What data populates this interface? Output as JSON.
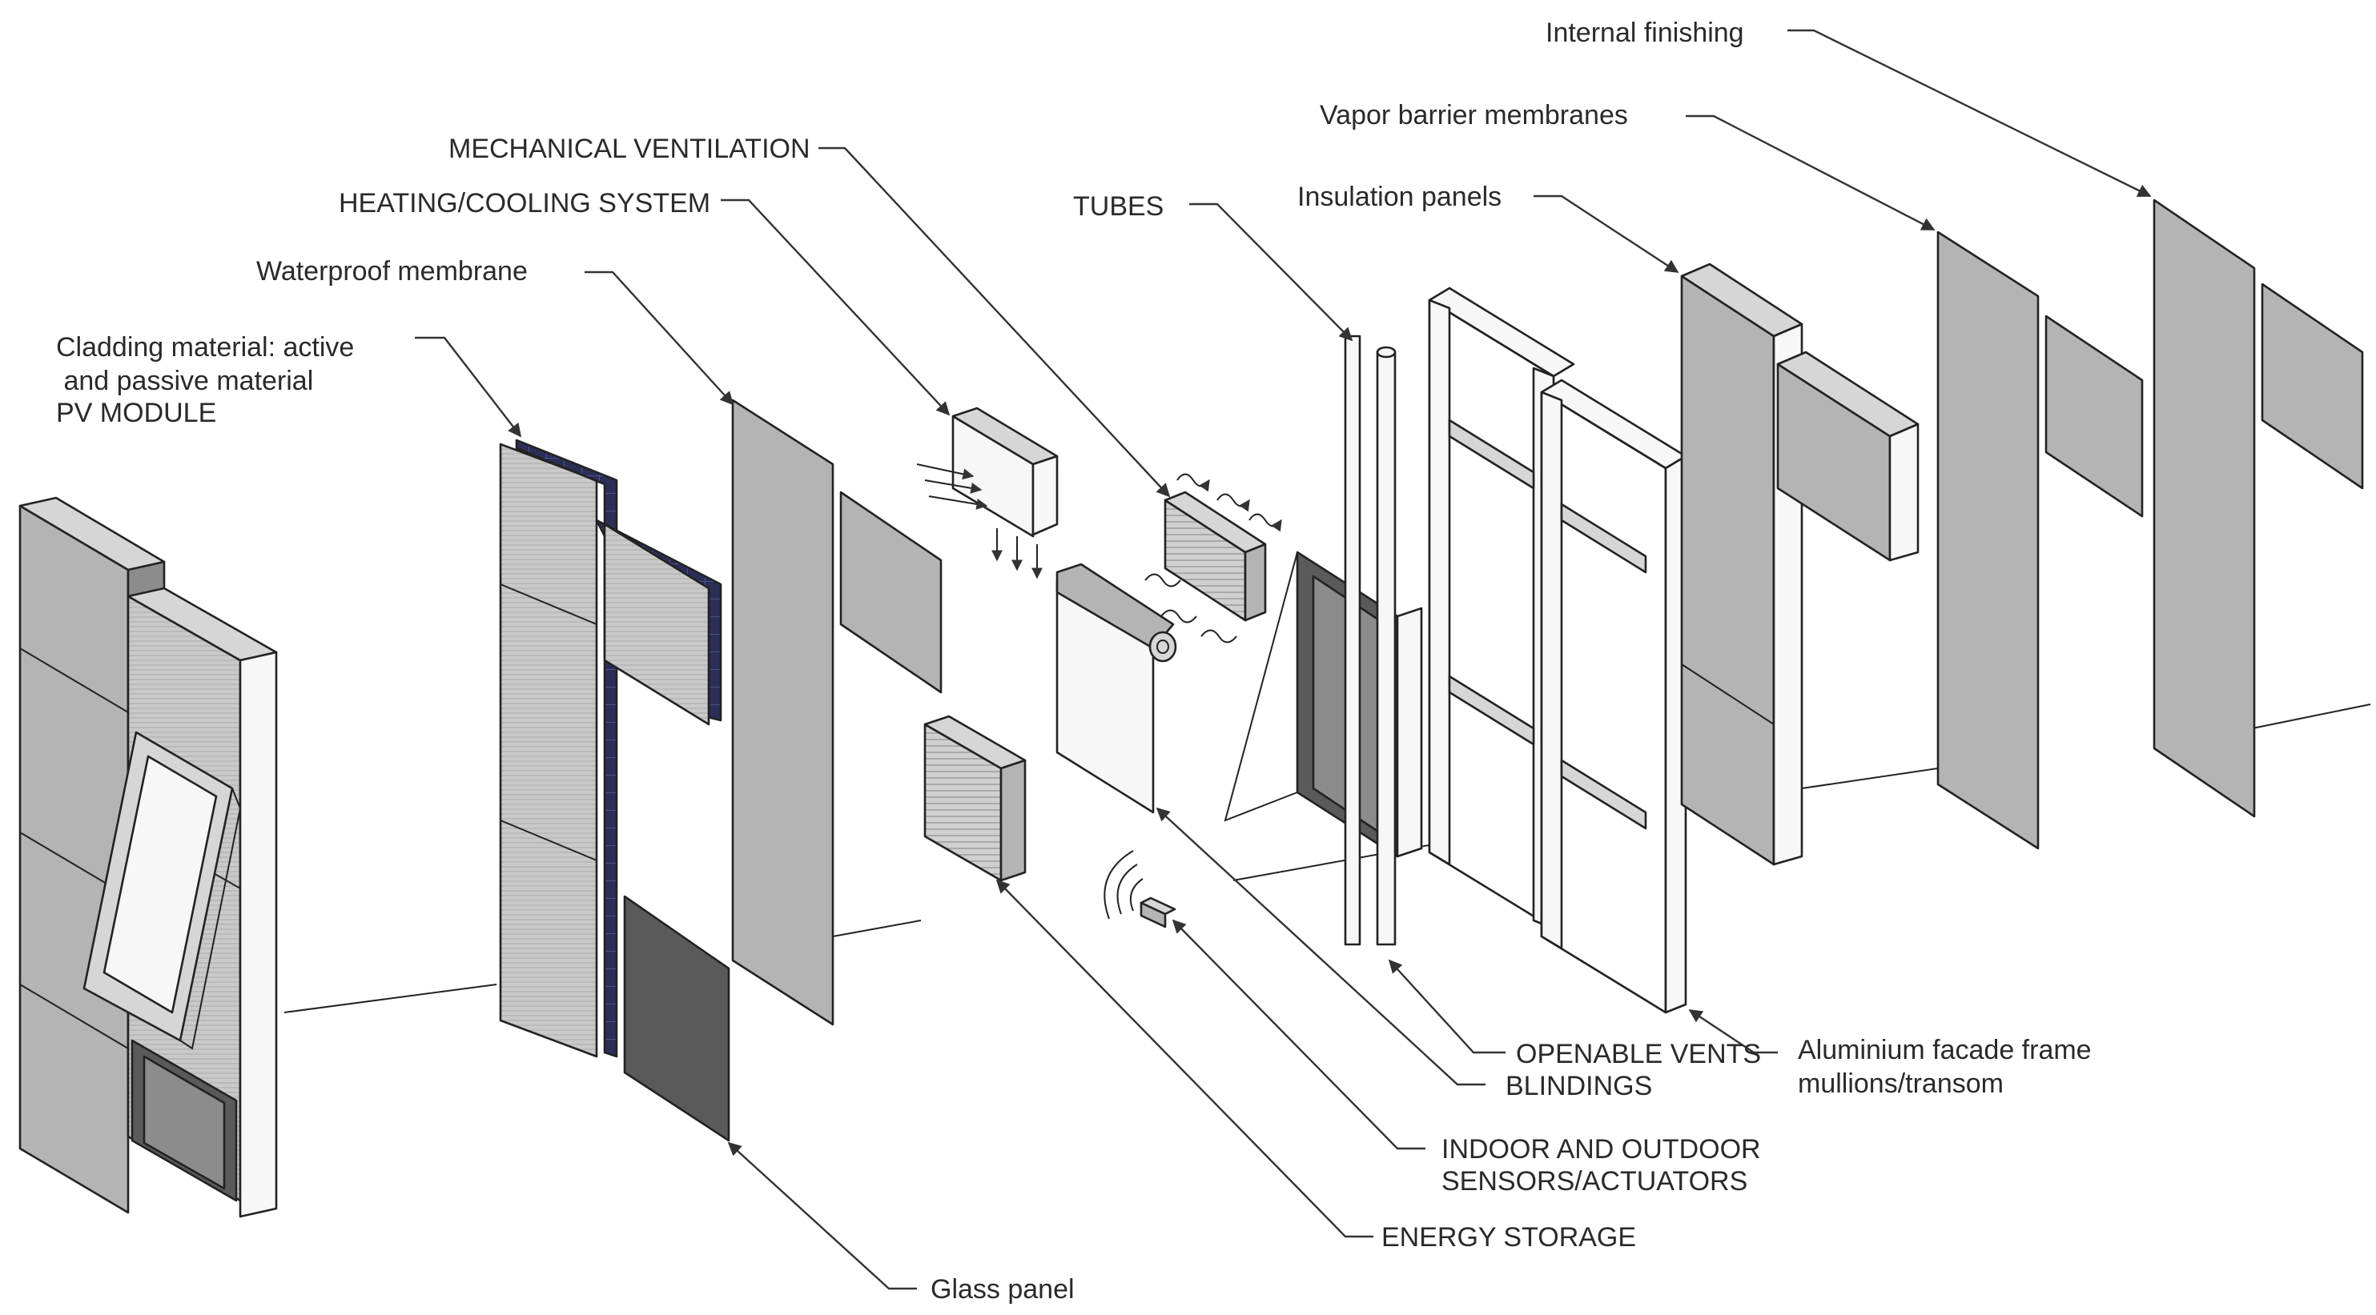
{
  "labels": {
    "internal_finishing": "Internal finishing",
    "vapor_barrier": "Vapor barrier membranes",
    "insulation_panels": "Insulation panels",
    "tubes": "TUBES",
    "mechanical_ventilation": "MECHANICAL VENTILATION",
    "heating_cooling": "HEATING/COOLING SYSTEM",
    "waterproof_membrane": "Waterproof membrane",
    "cladding_line1": "Cladding material: active",
    "cladding_line2": " and passive material",
    "cladding_line3": "PV MODULE",
    "openable_vents": "OPENABLE VENTS",
    "blindings": "BLINDINGS",
    "aluminium_line1": "Aluminium facade frame",
    "aluminium_line2": "mullions/transom",
    "sensors_line1": "INDOOR AND OUTDOOR",
    "sensors_line2": "SENSORS/ACTUATORS",
    "energy_storage": "ENERGY STORAGE",
    "glass_panel": "Glass panel"
  }
}
